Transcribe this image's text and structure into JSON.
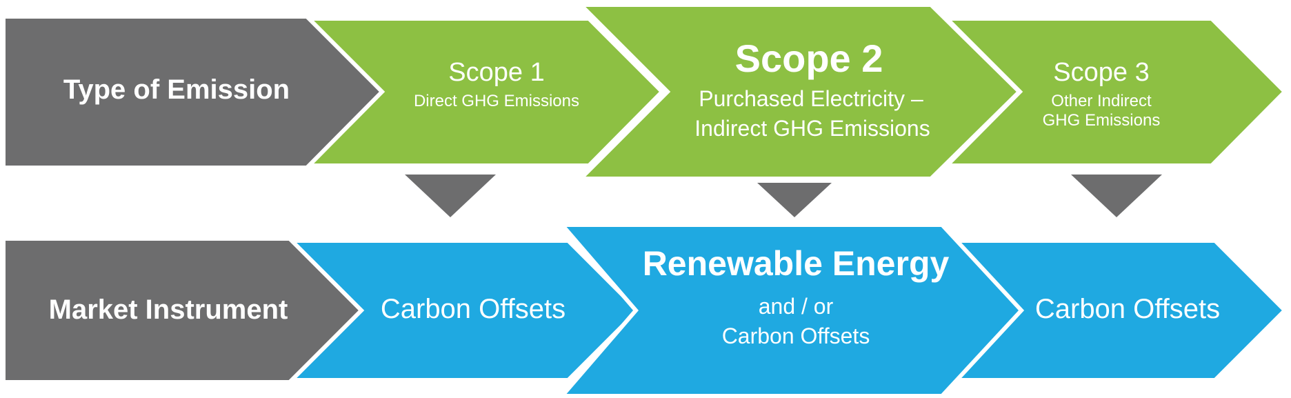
{
  "colors": {
    "label_gray": "#6d6d6e",
    "scope_green": "#8dc043",
    "instrument_blue": "#1fa9e1",
    "text_white": "#ffffff",
    "outline_white": "#ffffff"
  },
  "emission_row": {
    "label": "Type of Emission",
    "scope1": {
      "title": "Scope 1",
      "subtitle": "Direct GHG Emissions"
    },
    "scope2": {
      "title": "Scope 2",
      "subtitle_line1": "Purchased Electricity –",
      "subtitle_line2": "Indirect GHG Emissions"
    },
    "scope3": {
      "title": "Scope 3",
      "subtitle_line1": "Other Indirect",
      "subtitle_line2": "GHG Emissions"
    }
  },
  "arrows": [
    "down-arrow",
    "down-arrow",
    "down-arrow"
  ],
  "instrument_row": {
    "label": "Market Instrument",
    "scope1_instrument": "Carbon Offsets",
    "scope2_instrument": {
      "title": "Renewable Energy",
      "line1": "and / or",
      "line2": "Carbon Offsets"
    },
    "scope3_instrument": "Carbon Offsets"
  }
}
